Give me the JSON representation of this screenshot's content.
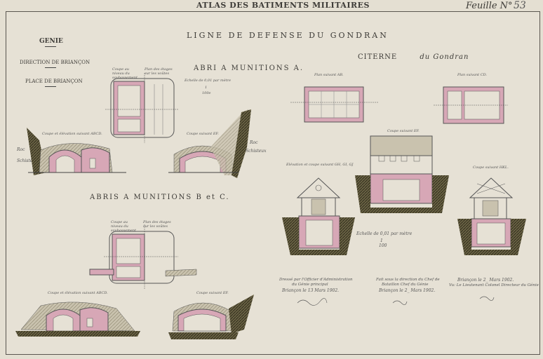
{
  "header": {
    "atlas_title": "ATLAS DES BATIMENTS MILITAIRES",
    "sheet_label": "Feuille N°",
    "sheet_number": "53"
  },
  "left_panel": {
    "service": "GENIE",
    "direction": "DIRECTION DE BRIANÇON",
    "place": "PLACE DE BRIANÇON"
  },
  "main_title": "LIGNE DE DEFENSE DU GONDRAN",
  "abri_a": {
    "title": "ABRI A MUNITIONS A.",
    "scale": "Echelle de 0,01 par mètre",
    "scale_ratio": "1",
    "scale_den": "100e",
    "plan_caption_1": "Coupe au niveau du soubassement",
    "plan_caption_2": "Plan des étages sur les voûtes",
    "section_abcd": "Coupe et élévation suivant ABCD.",
    "section_ef": "Coupe suivant EF.",
    "roc": "Roc",
    "schisteux": "Schisteux"
  },
  "abris_bc": {
    "title": "ABRIS A MUNITIONS B et C.",
    "plan_caption_1": "Coupe au niveau du soubassement",
    "plan_caption_2": "Plan des étages sur les voûtes",
    "section_abcd": "Coupe et élévation suivant ABCD.",
    "section_ef": "Coupe suivant EF."
  },
  "citerne": {
    "title": "CITERNE",
    "title_rest": "du Gondran",
    "plan_ab": "Plan suivant AB.",
    "plan_cd": "Plan suivant CD.",
    "coupe_ef": "Coupe suivant EF.",
    "elevation": "Elévation et coupe suivant GH, GI, GJ",
    "coupe_hkl": "Coupe suivant HKL.",
    "scale": "Echelle de 0,01 par mètre",
    "scale_ratio": "1",
    "scale_den": "100"
  },
  "signatures": {
    "col1_line1": "Dressé par l'Officier d'Administration",
    "col1_line2": "du Génie principal",
    "col1_date": "Briançon le 13 Mars 1902.",
    "col2_line1": "Fait sous la direction du Chef de",
    "col2_line2": "Bataillon Chef du Génie",
    "col2_date": "Briançon le 2_ Mars 1902.",
    "col3_date": "Briançon le 2_ Mars 1902.",
    "col3_line1": "Vu: Le Lieutenant Colonel Directeur du Génie"
  },
  "colors": {
    "paper": "#e4dfd2",
    "ink": "#3d3b37",
    "pink": "#d7a7b6",
    "earth": "#4a4530"
  }
}
